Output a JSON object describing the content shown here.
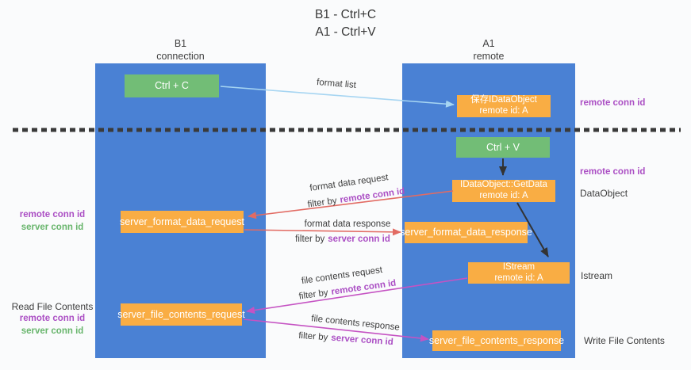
{
  "title": {
    "line1": "B1 - Ctrl+C",
    "line2": "A1 - Ctrl+V"
  },
  "lanes": {
    "b1": {
      "name": "B1",
      "subtitle": "connection"
    },
    "a1": {
      "name": "A1",
      "subtitle": "remote"
    }
  },
  "boxes": {
    "ctrl_c": "Ctrl + C",
    "ctrl_v": "Ctrl + V",
    "save_dataobject_line1": "保存IDataObject",
    "save_dataobject_line2": "remote id: A",
    "getdata_line1": "IDataObject::GetData",
    "getdata_line2": "remote id: A",
    "istream_line1": "IStream",
    "istream_line2": "remote id: A",
    "server_format_data_request": "server_format_data_request",
    "server_format_data_response": "server_format_data_response",
    "server_file_contents_request": "server_file_contents_request",
    "server_file_contents_response": "server_file_contents_response"
  },
  "flow_labels": {
    "format_list": "format list",
    "format_data_request": "format data request",
    "format_data_response": "format data response",
    "file_contents_request": "file contents request",
    "file_contents_response": "file contents response",
    "filter_by": "filter by",
    "remote_conn_id": "remote conn id",
    "server_conn_id": "server conn id"
  },
  "side_labels": {
    "right_top_remote_conn_id": "remote conn id",
    "right_mid_remote_conn_id": "remote conn id",
    "dataobject": "DataObject",
    "istream": "Istream",
    "write_file_contents": "Write File Contents",
    "left_mid_remote_conn_id": "remote conn id",
    "left_mid_server_conn_id": "server conn id",
    "read_file_contents": "Read File Contents",
    "left_bottom_remote_conn_id": "remote conn id",
    "left_bottom_server_conn_id": "server conn id"
  },
  "colors": {
    "lane_blue": "#4a81d4",
    "box_orange": "#f9ad44",
    "box_green": "#72bd76",
    "arrow_light_blue": "#a6d5f2",
    "arrow_red": "#e26b63",
    "arrow_magenta": "#c553c3",
    "label_purple": "#ab4fc4",
    "label_green": "#68b56c",
    "dashed_line": "#3a3a3a"
  }
}
